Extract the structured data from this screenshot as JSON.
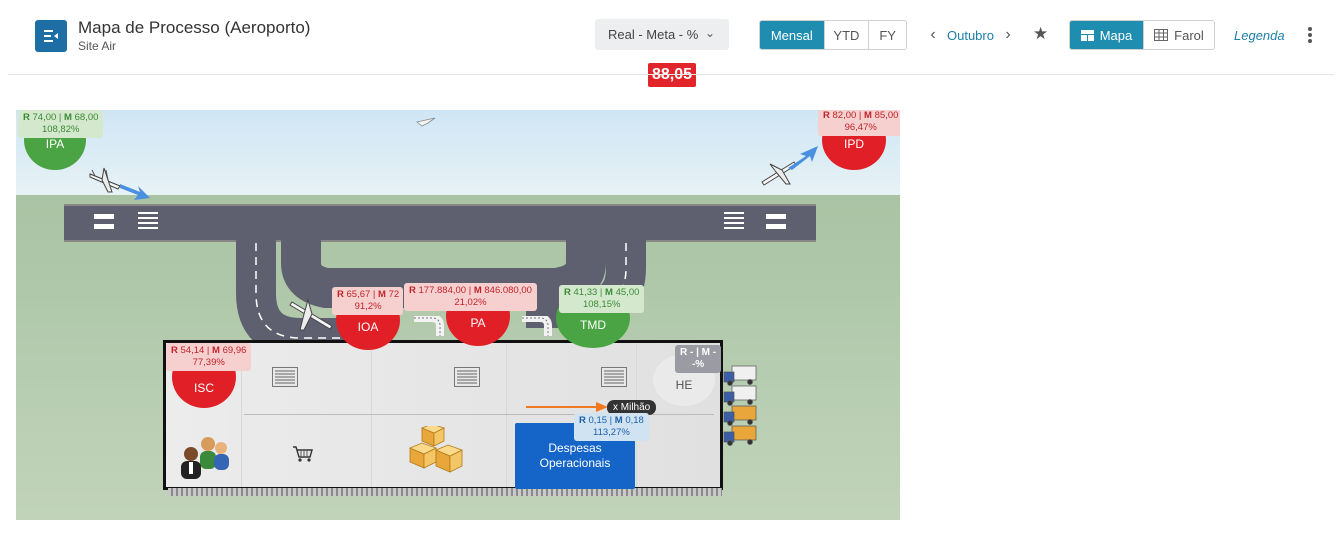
{
  "header": {
    "title": "Mapa de Processo (Aeroporto)",
    "subtitle": "Site Air",
    "metric_selector": "Real - Meta - %",
    "score": "88,05",
    "period_tabs": [
      "Mensal",
      "YTD",
      "FY"
    ],
    "month": "Outubro",
    "view_tabs": [
      "Mapa",
      "Farol"
    ],
    "legend_link": "Legenda"
  },
  "map": {
    "ipa": {
      "label": "IPA",
      "real_label": "R",
      "real": "74,00",
      "meta_label": "M",
      "meta": "68,00",
      "pct": "108,82%"
    },
    "ipd": {
      "label": "IPD",
      "real_label": "R",
      "real": "82,00",
      "meta_label": "M",
      "meta": "85,00",
      "pct": "96,47%"
    },
    "ioa": {
      "label": "IOA",
      "real_label": "R",
      "real": "65,67",
      "meta_label": "M",
      "meta": "72",
      "pct": "91,2%"
    },
    "pa": {
      "label": "PA",
      "real_label": "R",
      "real": "177.884,00",
      "meta_label": "M",
      "meta": "846.080,00",
      "pct": "21,02%"
    },
    "tmd": {
      "label": "TMD",
      "real_label": "R",
      "real": "41,33",
      "meta_label": "M",
      "meta": "45,00",
      "pct": "108,15%"
    },
    "isc": {
      "label": "ISC",
      "real_label": "R",
      "real": "54,14",
      "meta_label": "M",
      "meta": "69,96",
      "pct": "77,39%"
    },
    "he": {
      "label": "HE",
      "line1": "R - | M -",
      "line2": "-%"
    },
    "despesas": {
      "label": "Despesas Operacionais",
      "unit_badge": "x Milhão",
      "real_label": "R",
      "real": "0,15",
      "meta_label": "M",
      "meta": "0,18",
      "pct": "113,27%"
    }
  },
  "colors": {
    "accent": "#1e8db0",
    "green": "#4aa443",
    "red": "#e11f27",
    "blue": "#1565c8"
  },
  "icons": [
    "menu-collapse-icon",
    "chevron-down-icon",
    "chevron-left-icon",
    "chevron-right-icon",
    "star-icon",
    "map-view-icon",
    "table-view-icon",
    "more-vertical-icon",
    "airplane-icon",
    "arrow-icon",
    "server-icon",
    "people-icon",
    "cart-icon",
    "boxes-icon",
    "trucks-icon"
  ]
}
